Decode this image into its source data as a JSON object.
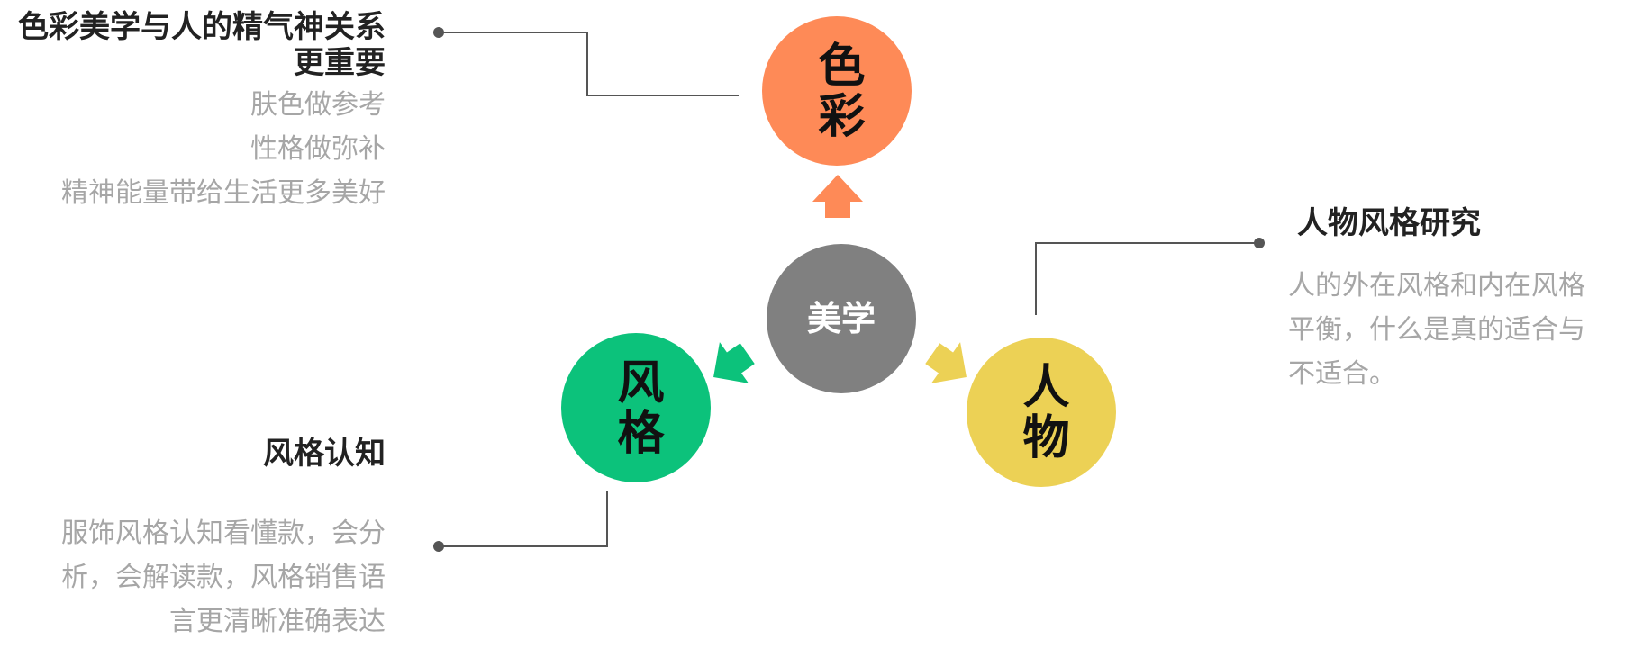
{
  "colors": {
    "color_circle": "#fe8a57",
    "style_circle": "#0cc27b",
    "people_circle": "#ecd155",
    "center_circle": "#808080",
    "connector": "#555555"
  },
  "center": {
    "label": "美学"
  },
  "nodes": {
    "color": {
      "label": "色彩"
    },
    "style": {
      "label": "风格"
    },
    "people": {
      "label": "人物"
    }
  },
  "cards": {
    "color": {
      "title_lines": [
        "色彩美学与人的精气神关系",
        "更重要"
      ],
      "body_lines": [
        "肤色做参考",
        "性格做弥补",
        "精神能量带给生活更多美好"
      ]
    },
    "style": {
      "title_lines": [
        "风格认知"
      ],
      "body_lines": [
        "服饰风格认知看懂款，会分",
        "析，会解读款，风格销售语",
        "言更清晰准确表达"
      ]
    },
    "people": {
      "title_lines": [
        "人物风格研究"
      ],
      "body_lines": [
        "人的外在风格和内在风格",
        "平衡，什么是真的适合与",
        "不适合。"
      ]
    }
  }
}
